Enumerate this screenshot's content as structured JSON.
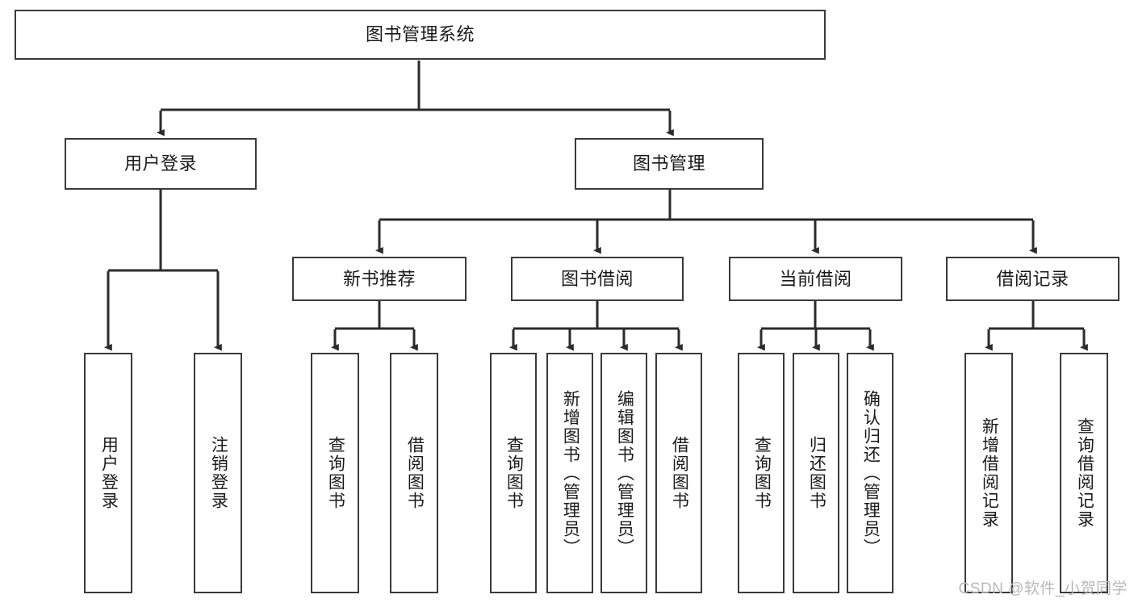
{
  "diagram": {
    "type": "tree-hierarchy",
    "title": "图书管理系统",
    "orientation": "top-down",
    "colors": {
      "background": "#ffffff",
      "box_border": "#3a3a3a",
      "box_fill": "#ffffff",
      "edge": "#2b2b2b",
      "text": "#1a1a1a",
      "watermark": "#b9b9b9"
    },
    "root": {
      "label": "图书管理系统"
    },
    "level1": [
      {
        "label": "用户登录"
      },
      {
        "label": "图书管理"
      }
    ],
    "groups": [
      {
        "label": "新书推荐"
      },
      {
        "label": "图书借阅"
      },
      {
        "label": "当前借阅"
      },
      {
        "label": "借阅记录"
      }
    ],
    "leaves": {
      "user_login": [
        {
          "label": "用户登录"
        },
        {
          "label": "注销登录"
        }
      ],
      "new_book_recommend": [
        {
          "label": "查询图书"
        },
        {
          "label": "借阅图书"
        }
      ],
      "book_borrow": [
        {
          "label": "查询图书"
        },
        {
          "label": "新增图书（管理员）"
        },
        {
          "label": "编辑图书（管理员）"
        },
        {
          "label": "借阅图书"
        }
      ],
      "current_borrow": [
        {
          "label": "查询图书"
        },
        {
          "label": "归还图书"
        },
        {
          "label": "确认归还（管理员）"
        }
      ],
      "borrow_record": [
        {
          "label": "新增借阅记录"
        },
        {
          "label": "查询借阅记录"
        }
      ]
    }
  },
  "watermark": {
    "text": "CSDN @软件_小贺同学"
  }
}
